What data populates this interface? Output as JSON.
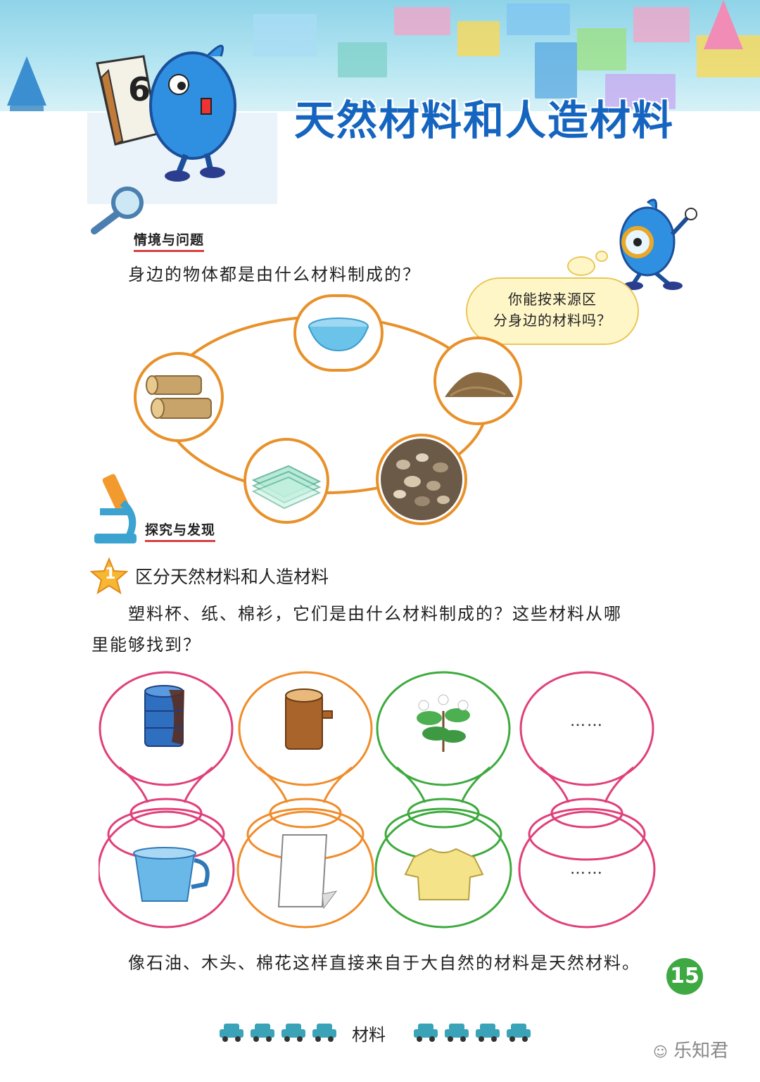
{
  "header": {
    "lesson_number": "6",
    "title": "天然材料和人造材料"
  },
  "section1": {
    "label": "情境与问题",
    "question": "身边的物体都是由什么材料制成的？",
    "bubble_line1": "你能按来源区",
    "bubble_line2": "分身边的材料吗？"
  },
  "section2": {
    "label": "探究与发现",
    "activity_number": "1",
    "activity_title": "区分天然材料和人造材料",
    "paragraph_line1": "塑料杯、纸、棉衫，它们是由什么材料制成的？这些材料从哪",
    "paragraph_line2": "里能够找到？",
    "placeholder_top": "……",
    "placeholder_bottom": "……",
    "conclusion": "像石油、木头、棉花这样直接来自于大自然的材料是天然材料。"
  },
  "footer": {
    "page_number": "15",
    "unit_name": "材料",
    "watermark": "乐知君"
  },
  "colors": {
    "title_blue": "#1565c0",
    "circle_orange": "#e8912a",
    "pink_outline": "#e0407a",
    "orange_outline": "#f08c2a",
    "green_outline": "#3eaa3e",
    "page_badge_green": "#3ea843"
  }
}
